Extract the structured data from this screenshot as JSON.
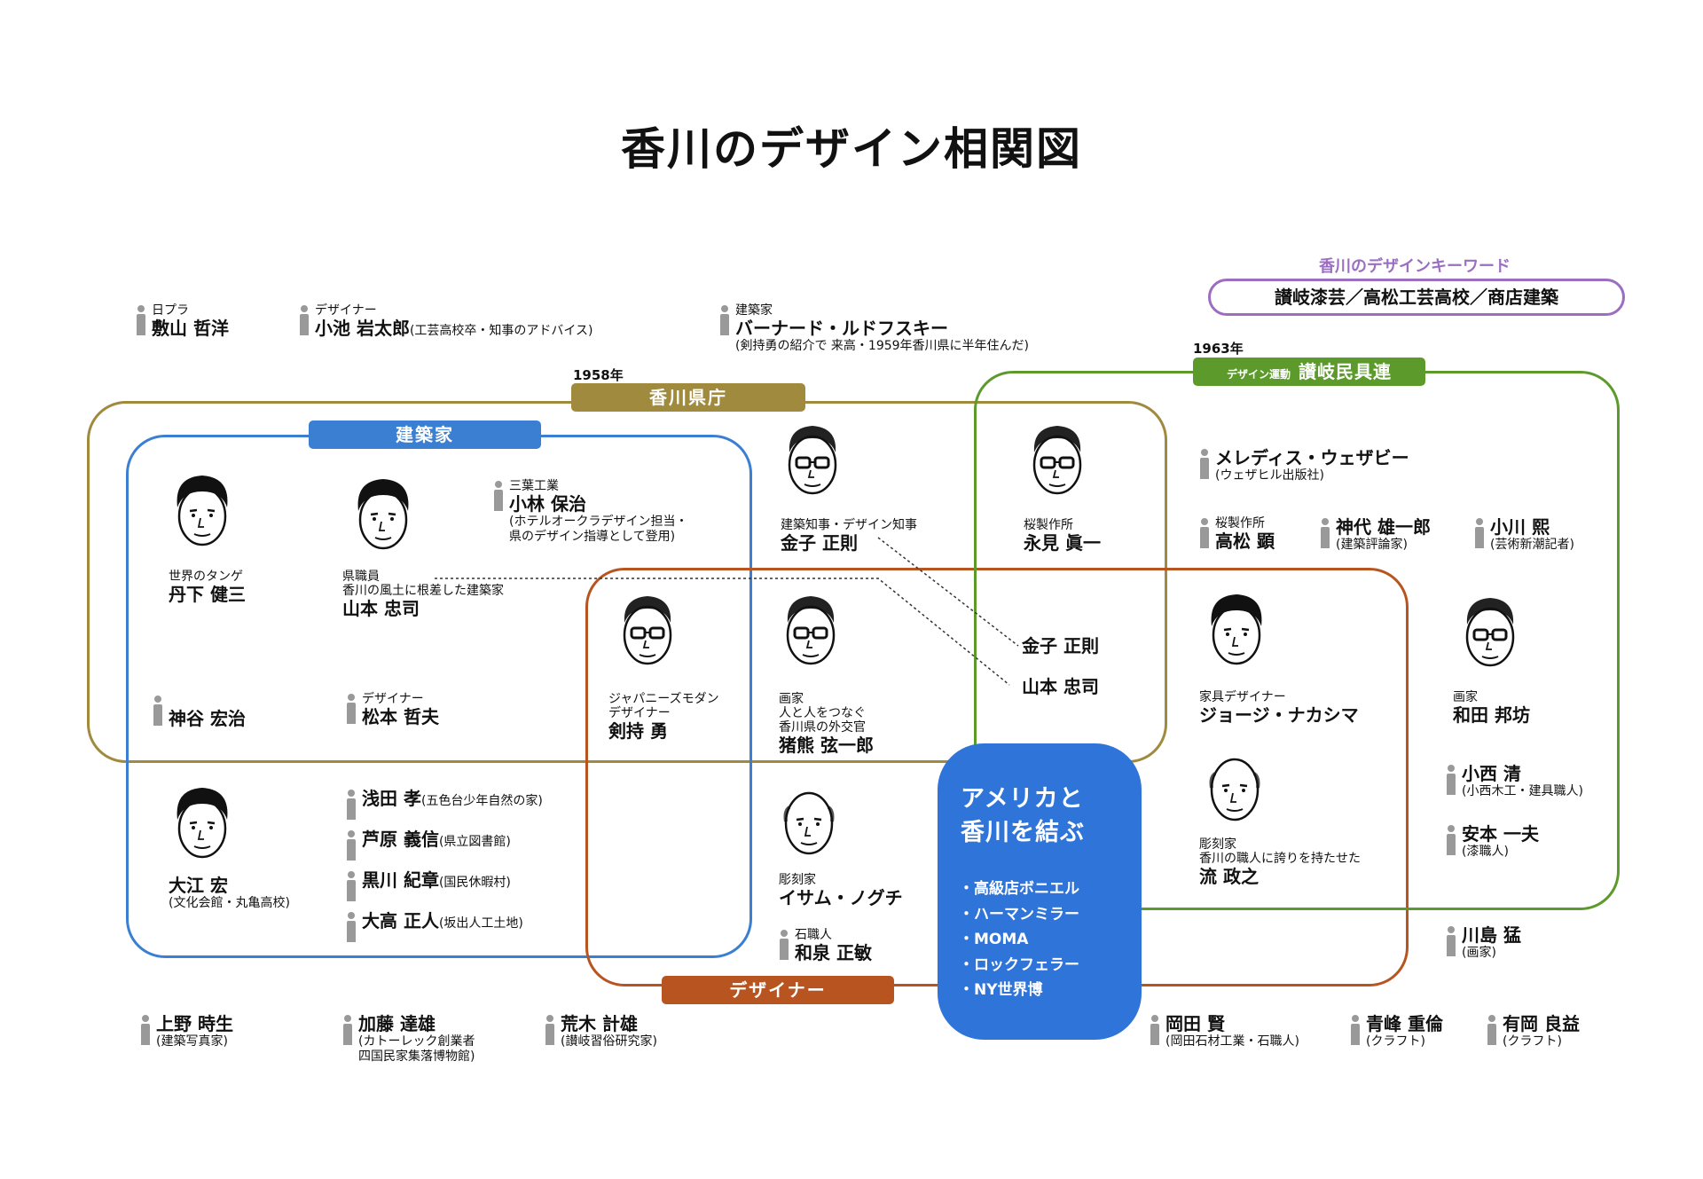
{
  "title": "香川のデザイン相関図",
  "keywords": {
    "title": "香川のデザインキーワード",
    "text": "讃岐漆芸／高松工芸高校／商店建築"
  },
  "groups": {
    "kenchou": {
      "label": "香川県庁",
      "year": "1958年",
      "color": "#a08a3e"
    },
    "kenchikuka": {
      "label": "建築家",
      "color": "#3a7fd2"
    },
    "designer": {
      "label": "デザイナー",
      "color": "#b85420"
    },
    "mingu": {
      "prefix": "デザイン運動",
      "label": "讃岐民具連",
      "year": "1963年",
      "color": "#5c9a2c"
    }
  },
  "people": {
    "shikiyama": {
      "role": "日プラ",
      "name": "敷山 哲洋"
    },
    "koike": {
      "role": "デザイナー",
      "name": "小池 岩太郎",
      "note_inline": "(工芸高校卒・知事のアドバイス)"
    },
    "rudofsky": {
      "role": "建築家",
      "name": "バーナード・ルドフスキー",
      "note": "(剣持勇の紹介で 来高・1959年香川県に半年住んだ)"
    },
    "tange": {
      "role": "世界のタンゲ",
      "name": "丹下 健三"
    },
    "yamamoto": {
      "role": "県職員",
      "role2": "香川の風土に根差した建築家",
      "name": "山本 忠司"
    },
    "kobayashi": {
      "role": "三葉工業",
      "name": "小林 保治",
      "note": "(ホテルオークラデザイン担当・",
      "note2": "県のデザイン指導として登用)"
    },
    "kaneko": {
      "role": "建築知事・デザイン知事",
      "name": "金子 正則"
    },
    "nagami": {
      "role": "桜製作所",
      "name": "永見 眞一"
    },
    "kamiya": {
      "name": "神谷 宏治"
    },
    "matsumoto": {
      "role": "デザイナー",
      "name": "松本 哲夫"
    },
    "kenmochi": {
      "role": "ジャパニーズモダン",
      "role2": "デザイナー",
      "name": "剣持 勇"
    },
    "inokuma": {
      "role": "画家",
      "role2": "人と人をつなぐ",
      "role3": "香川県の外交官",
      "name": "猪熊 弦一郎"
    },
    "kaneko2": {
      "name": "金子 正則"
    },
    "yamamoto2": {
      "name": "山本 忠司"
    },
    "wheatherby": {
      "name": "メレディス・ウェザビー",
      "note": "(ウェザヒル出版社)"
    },
    "takamatsu": {
      "role": "桜製作所",
      "name": "高松 顕"
    },
    "kamishiro": {
      "name": "神代 雄一郎",
      "note": "(建築評論家)"
    },
    "ogawa": {
      "name": "小川 熙",
      "note": "(芸術新潮記者)"
    },
    "nakashima": {
      "role": "家具デザイナー",
      "name": "ジョージ・ナカシマ"
    },
    "wada": {
      "role": "画家",
      "name": "和田 邦坊"
    },
    "oe": {
      "name": "大江 宏",
      "note": "(文化会館・丸亀高校)"
    },
    "asada": {
      "name": "浅田 孝",
      "note_inline": "(五色台少年自然の家)"
    },
    "ashihara": {
      "name": "芦原 義信",
      "note_inline": "(県立図書館)"
    },
    "kurokawa": {
      "name": "黒川 紀章",
      "note_inline": "(国民休暇村)"
    },
    "otaka": {
      "name": "大高 正人",
      "note_inline": "(坂出人工土地)"
    },
    "noguchi": {
      "role": "彫刻家",
      "name": "イサム・ノグチ"
    },
    "izumi": {
      "role": "石職人",
      "name": "和泉 正敏"
    },
    "nagare": {
      "role": "彫刻家",
      "role2": "香川の職人に誇りを持たせた",
      "name": "流 政之"
    },
    "konishi": {
      "name": "小西 清",
      "note": "(小西木工・建具職人)"
    },
    "yasumoto": {
      "name": "安本 一夫",
      "note": "(漆職人)"
    },
    "kawashima": {
      "name": "川島 猛",
      "note": "(画家)"
    },
    "ueno": {
      "name": "上野 時生",
      "note": "(建築写真家)"
    },
    "kato": {
      "name": "加藤 達雄",
      "note": "(カトーレック創業者",
      "note2": "四国民家集落博物館)"
    },
    "araki": {
      "name": "荒木 計雄",
      "note": "(讃岐習俗研究家)"
    },
    "okada": {
      "name": "岡田 賢",
      "note": "(岡田石材工業・石職人)"
    },
    "aomine": {
      "name": "青峰 重倫",
      "note": "(クラフト)"
    },
    "arioka": {
      "name": "有岡 良益",
      "note": "(クラフト)"
    }
  },
  "america": {
    "title_line1": "アメリカと",
    "title_line2": "香川を結ぶ",
    "items": [
      "・高級店ボニエル",
      "・ハーマンミラー",
      "・MOMA",
      "・ロックフェラー",
      "・NY世界博"
    ]
  }
}
